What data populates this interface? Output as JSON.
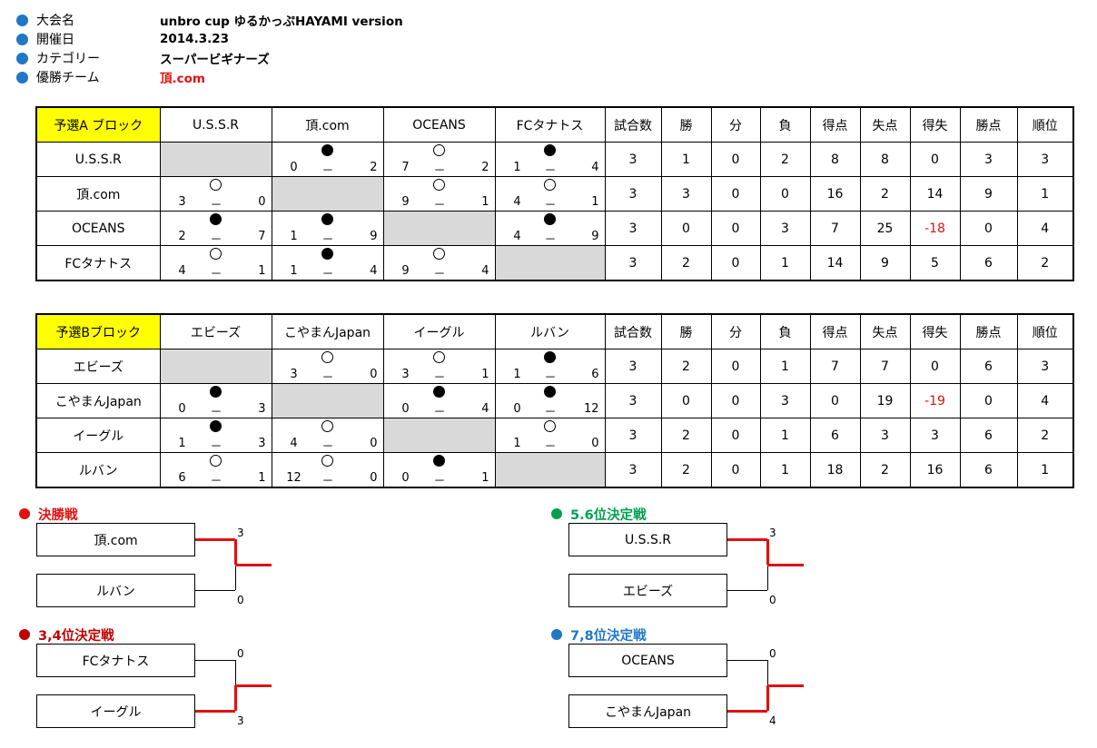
{
  "info": [
    {
      "label": "大会名",
      "value": "unbro cup ゆるかっぷHAYAMI version",
      "highlight": false
    },
    {
      "label": "開催日",
      "value": "2014.3.23",
      "highlight": false
    },
    {
      "label": "カテゴリー",
      "value": "スーパービギナーズ",
      "highlight": false
    },
    {
      "label": "優勝チーム",
      "value": "頂.com",
      "highlight": true
    }
  ],
  "stat_headers": [
    "試合数",
    "勝",
    "分",
    "負",
    "得点",
    "失点",
    "得失",
    "勝点",
    "順位"
  ],
  "blockA": {
    "title": "予選A ブロック",
    "teams": [
      "U.S.S.R",
      "頂.com",
      "OCEANS",
      "FCタナトス"
    ],
    "rows": [
      {
        "team": "U.S.S.R",
        "cells": [
          null,
          {
            "mark": "lose",
            "l": "0",
            "r": "2"
          },
          {
            "mark": "win",
            "l": "7",
            "r": "2"
          },
          {
            "mark": "lose",
            "l": "1",
            "r": "4"
          }
        ],
        "stats": [
          "3",
          "1",
          "0",
          "2",
          "8",
          "8",
          "0",
          "3",
          "3"
        ]
      },
      {
        "team": "頂.com",
        "cells": [
          {
            "mark": "win",
            "l": "3",
            "r": "0"
          },
          null,
          {
            "mark": "win",
            "l": "9",
            "r": "1"
          },
          {
            "mark": "win",
            "l": "4",
            "r": "1"
          }
        ],
        "stats": [
          "3",
          "3",
          "0",
          "0",
          "16",
          "2",
          "14",
          "9",
          "1"
        ]
      },
      {
        "team": "OCEANS",
        "cells": [
          {
            "mark": "lose",
            "l": "2",
            "r": "7"
          },
          {
            "mark": "lose",
            "l": "1",
            "r": "9"
          },
          null,
          {
            "mark": "lose",
            "l": "4",
            "r": "9"
          }
        ],
        "stats": [
          "3",
          "0",
          "0",
          "3",
          "7",
          "25",
          "-18",
          "0",
          "4"
        ]
      },
      {
        "team": "FCタナトス",
        "cells": [
          {
            "mark": "win",
            "l": "4",
            "r": "1"
          },
          {
            "mark": "lose",
            "l": "1",
            "r": "4"
          },
          {
            "mark": "win",
            "l": "9",
            "r": "4"
          },
          null
        ],
        "stats": [
          "3",
          "2",
          "0",
          "1",
          "14",
          "9",
          "5",
          "6",
          "2"
        ]
      }
    ]
  },
  "blockB": {
    "title": "予選Bブロック",
    "teams": [
      "エビーズ",
      "こやまんJapan",
      "イーグル",
      "ルバン"
    ],
    "rows": [
      {
        "team": "エビーズ",
        "cells": [
          null,
          {
            "mark": "win",
            "l": "3",
            "r": "0"
          },
          {
            "mark": "win",
            "l": "3",
            "r": "1"
          },
          {
            "mark": "lose",
            "l": "1",
            "r": "6"
          }
        ],
        "stats": [
          "3",
          "2",
          "0",
          "1",
          "7",
          "7",
          "0",
          "6",
          "3"
        ]
      },
      {
        "team": "こやまんJapan",
        "cells": [
          {
            "mark": "lose",
            "l": "0",
            "r": "3"
          },
          null,
          {
            "mark": "lose",
            "l": "0",
            "r": "4"
          },
          {
            "mark": "lose",
            "l": "0",
            "r": "12"
          }
        ],
        "stats": [
          "3",
          "0",
          "0",
          "3",
          "0",
          "19",
          "-19",
          "0",
          "4"
        ]
      },
      {
        "team": "イーグル",
        "cells": [
          {
            "mark": "lose",
            "l": "1",
            "r": "3"
          },
          {
            "mark": "win",
            "l": "4",
            "r": "0"
          },
          null,
          {
            "mark": "win",
            "l": "1",
            "r": "0"
          }
        ],
        "stats": [
          "3",
          "2",
          "0",
          "1",
          "6",
          "3",
          "3",
          "6",
          "2"
        ]
      },
      {
        "team": "ルバン",
        "cells": [
          {
            "mark": "win",
            "l": "6",
            "r": "1"
          },
          {
            "mark": "win",
            "l": "12",
            "r": "0"
          },
          {
            "mark": "lose",
            "l": "0",
            "r": "1"
          },
          null
        ],
        "stats": [
          "3",
          "2",
          "0",
          "1",
          "18",
          "2",
          "16",
          "6",
          "1"
        ]
      }
    ]
  },
  "brackets": {
    "final": {
      "title": "決勝戦",
      "color": "#e01010",
      "top_team": "頂.com",
      "top_score": "3",
      "bottom_team": "ルバン",
      "bottom_score": "0",
      "winner": "top"
    },
    "fifth": {
      "title": "5.6位決定戦",
      "color": "#00a050",
      "top_team": "U.S.S.R",
      "top_score": "3",
      "bottom_team": "エビーズ",
      "bottom_score": "0",
      "winner": "top"
    },
    "third": {
      "title": "3,4位決定戦",
      "color": "#c00000",
      "top_team": "FCタナトス",
      "top_score": "0",
      "bottom_team": "イーグル",
      "bottom_score": "3",
      "winner": "bottom"
    },
    "seventh": {
      "title": "7,8位決定戦",
      "color": "#1f77c8",
      "top_team": "OCEANS",
      "top_score": "0",
      "bottom_team": "こやまんJapan",
      "bottom_score": "4",
      "winner": "bottom"
    }
  }
}
